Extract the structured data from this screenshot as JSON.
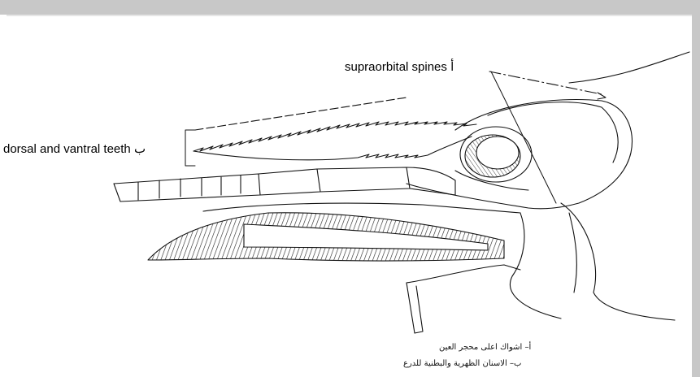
{
  "labels": {
    "supraorbital": "supraorbital spines",
    "supraorbital_marker": "أ",
    "dorsal": "dorsal and vantral teeth",
    "dorsal_marker": "ب"
  },
  "caption": {
    "line1": "أ– اشواك اعلى محجر العين",
    "line2": "ب– الاسنان الظهرية والبطنية للدرع"
  }
}
